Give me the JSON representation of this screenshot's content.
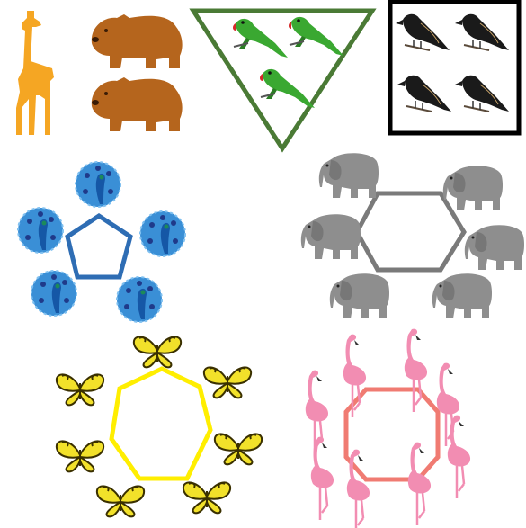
{
  "colors": {
    "giraffe": "#f5a623",
    "bear": "#b5651d",
    "bear_dark": "#8a4a12",
    "triangle": "#4a7a35",
    "parrot": "#3aa831",
    "parrot_beak": "#d62a2a",
    "square": "#000000",
    "raven": "#1a1a1a",
    "pentagon": "#2e6db4",
    "peacock": "#3a8fd6",
    "peacock_eye": "#1f3a8a",
    "hexagon": "#7a7a7a",
    "elephant": "#8e8e8e",
    "heptagon": "#ffee00",
    "butterfly": "#f2e12a",
    "butterfly_dark": "#3a3000",
    "octagon": "#f07b72",
    "flamingo": "#f28db2"
  },
  "groups": [
    {
      "animal": "giraffe",
      "icon": "giraffe-icon",
      "count": 1,
      "shape": "none"
    },
    {
      "animal": "bear",
      "icon": "bear-icon",
      "count": 2,
      "shape": "none"
    },
    {
      "animal": "parrot",
      "icon": "parrot-icon",
      "count": 3,
      "shape": "triangle"
    },
    {
      "animal": "raven",
      "icon": "raven-icon",
      "count": 4,
      "shape": "square"
    },
    {
      "animal": "peacock",
      "icon": "peacock-icon",
      "count": 5,
      "shape": "pentagon"
    },
    {
      "animal": "elephant",
      "icon": "elephant-icon",
      "count": 6,
      "shape": "hexagon"
    },
    {
      "animal": "butterfly",
      "icon": "butterfly-icon",
      "count": 7,
      "shape": "heptagon"
    },
    {
      "animal": "flamingo",
      "icon": "flamingo-icon",
      "count": 8,
      "shape": "octagon"
    }
  ]
}
